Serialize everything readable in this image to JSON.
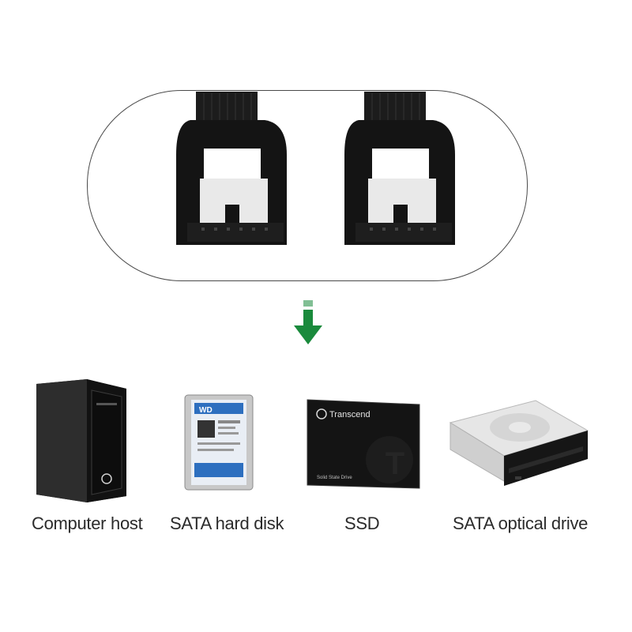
{
  "devices": [
    {
      "caption": "Computer host"
    },
    {
      "caption": "SATA hard disk",
      "label": "WD"
    },
    {
      "caption": "SSD",
      "brand": "Transcend",
      "subtitle": "Solid State Drive"
    },
    {
      "caption": "SATA optical drive"
    }
  ],
  "icons": [
    "sata-connector-icon",
    "down-arrow-icon",
    "desktop-tower-icon",
    "hard-disk-icon",
    "ssd-icon",
    "optical-drive-icon"
  ],
  "colors": {
    "arrow": "#1a8a3c",
    "wd_blue": "#2d6fbf",
    "connector": "#111111"
  }
}
